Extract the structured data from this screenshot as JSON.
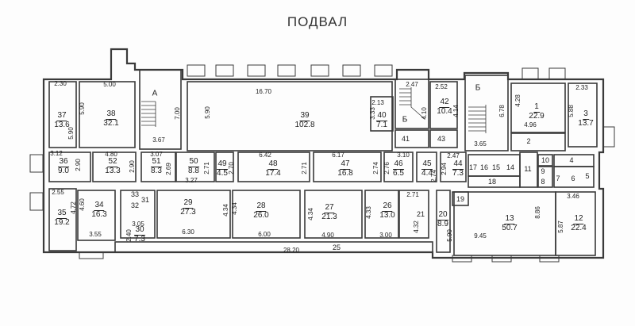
{
  "title": "ПОДВАЛ",
  "rooms": [
    {
      "num": "37",
      "area": "13.6"
    },
    {
      "num": "38",
      "area": "32.1"
    },
    {
      "num": "39",
      "area": "102.8"
    },
    {
      "num": "40",
      "area": "7.1"
    },
    {
      "num": "42",
      "area": "10.4"
    },
    {
      "num": "1",
      "area": "22.9"
    },
    {
      "num": "3",
      "area": "13.7"
    },
    {
      "num": "36",
      "area": "9.0"
    },
    {
      "num": "52",
      "area": "13.3"
    },
    {
      "num": "51",
      "area": "8.3"
    },
    {
      "num": "50",
      "area": "8.8"
    },
    {
      "num": "49",
      "area": "4.5"
    },
    {
      "num": "48",
      "area": "17.4"
    },
    {
      "num": "47",
      "area": "16.8"
    },
    {
      "num": "46",
      "area": "6.5"
    },
    {
      "num": "45",
      "area": "4.4"
    },
    {
      "num": "44",
      "area": "7.3"
    },
    {
      "num": "35",
      "area": "19.2"
    },
    {
      "num": "34",
      "area": "16.3"
    },
    {
      "num": "30",
      "area": "7.3"
    },
    {
      "num": "29",
      "area": "27.3"
    },
    {
      "num": "28",
      "area": "26.0"
    },
    {
      "num": "27",
      "area": "21.3"
    },
    {
      "num": "26",
      "area": "13.0"
    },
    {
      "num": "20",
      "area": "8.9"
    },
    {
      "num": "13",
      "area": "50.7"
    },
    {
      "num": "12",
      "area": "22.4"
    }
  ],
  "small_rooms": [
    "41",
    "43",
    "2",
    "17",
    "16",
    "15",
    "14",
    "18",
    "11",
    "10",
    "9",
    "8",
    "4",
    "7",
    "6",
    "5",
    "33",
    "32",
    "31",
    "21",
    "25",
    "19"
  ],
  "stairs": [
    "А",
    "Б",
    "Б"
  ],
  "dimensions": [
    "2.30",
    "5.90",
    "5.90",
    "5.00",
    "7.00",
    "3.67",
    "16.70",
    "5.90",
    "2.13",
    "3.33",
    "2.47",
    "4.10",
    "2.52",
    "4.14",
    "6.78",
    "3.65",
    "4.28",
    "4.96",
    "2.33",
    "5.88",
    "3.12",
    "2.90",
    "4.80",
    "2.90",
    "3.07",
    "2.69",
    "2.71",
    "3.27",
    "2.70",
    "6.42",
    "2.71",
    "6.17",
    "2.74",
    "2.76",
    "3.10",
    "2.74",
    "2.47",
    "2.94",
    "2.55",
    "4.72",
    "4.60",
    "3.55",
    "3.05",
    "2.40",
    "6.30",
    "4.34",
    "4.34",
    "6.00",
    "4.34",
    "4.90",
    "4.33",
    "3.00",
    "2.71",
    "4.32",
    "28.20",
    "5.90",
    "9.45",
    "8.86",
    "3.46",
    "5.87"
  ]
}
